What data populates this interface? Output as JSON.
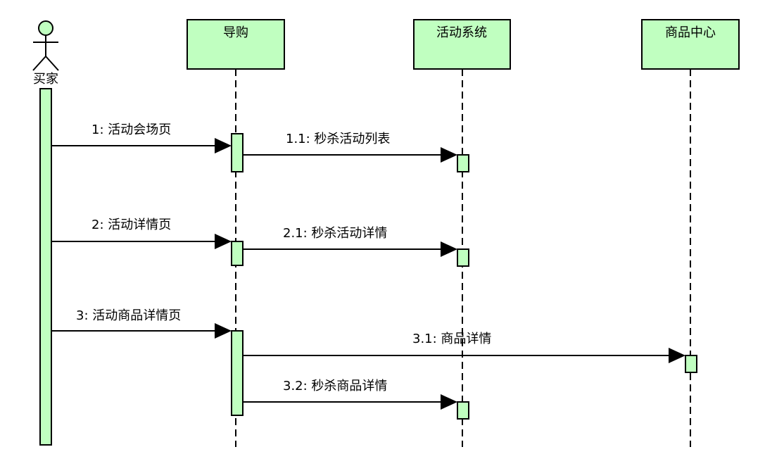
{
  "colors": {
    "fill": "#c0ffc0",
    "stroke": "#000000",
    "background": "#ffffff"
  },
  "actor": {
    "name": "买家",
    "icon": "stick-figure-icon"
  },
  "participants": [
    {
      "name": "导购"
    },
    {
      "name": "活动系统"
    },
    {
      "name": "商品中心"
    }
  ],
  "messages": [
    {
      "label": "1: 活动会场页",
      "from": "买家",
      "to": "导购"
    },
    {
      "label": "1.1: 秒杀活动列表",
      "from": "导购",
      "to": "活动系统"
    },
    {
      "label": "2: 活动详情页",
      "from": "买家",
      "to": "导购"
    },
    {
      "label": "2.1: 秒杀活动详情",
      "from": "导购",
      "to": "活动系统"
    },
    {
      "label": "3: 活动商品详情页",
      "from": "买家",
      "to": "导购"
    },
    {
      "label": "3.1: 商品详情",
      "from": "导购",
      "to": "商品中心"
    },
    {
      "label": "3.2: 秒杀商品详情",
      "from": "导购",
      "to": "活动系统"
    }
  ]
}
